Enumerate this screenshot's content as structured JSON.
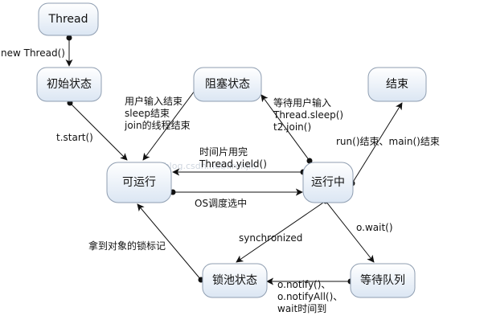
{
  "nodes": {
    "thread": "Thread",
    "initial": "初始状态",
    "blocked": "阻塞状态",
    "terminated": "结束",
    "runnable": "可运行",
    "running": "运行中",
    "lock_pool": "锁池状态",
    "wait_queue": "等待队列"
  },
  "edges": {
    "new_thread": "new Thread()",
    "t_start": "t.start()",
    "blocked_end": [
      "用户输入结束",
      "sleep结束",
      "join的线程结束"
    ],
    "wait_input": [
      "等待用户输入",
      "Thread.sleep()",
      "t2.join()"
    ],
    "run_end": "run()结束、main()结束",
    "yield": [
      "时间片用完",
      "Thread.yield()"
    ],
    "os_schedule": "OS调度选中",
    "synchronized": "synchronized",
    "o_wait": "o.wait()",
    "lock_flag": "拿到对象的锁标记",
    "notify": [
      "o.notify()、",
      "o.notifyAll()、",
      "wait时间到"
    ]
  },
  "watermark": "http://blog.csdn.net/lirenjie"
}
